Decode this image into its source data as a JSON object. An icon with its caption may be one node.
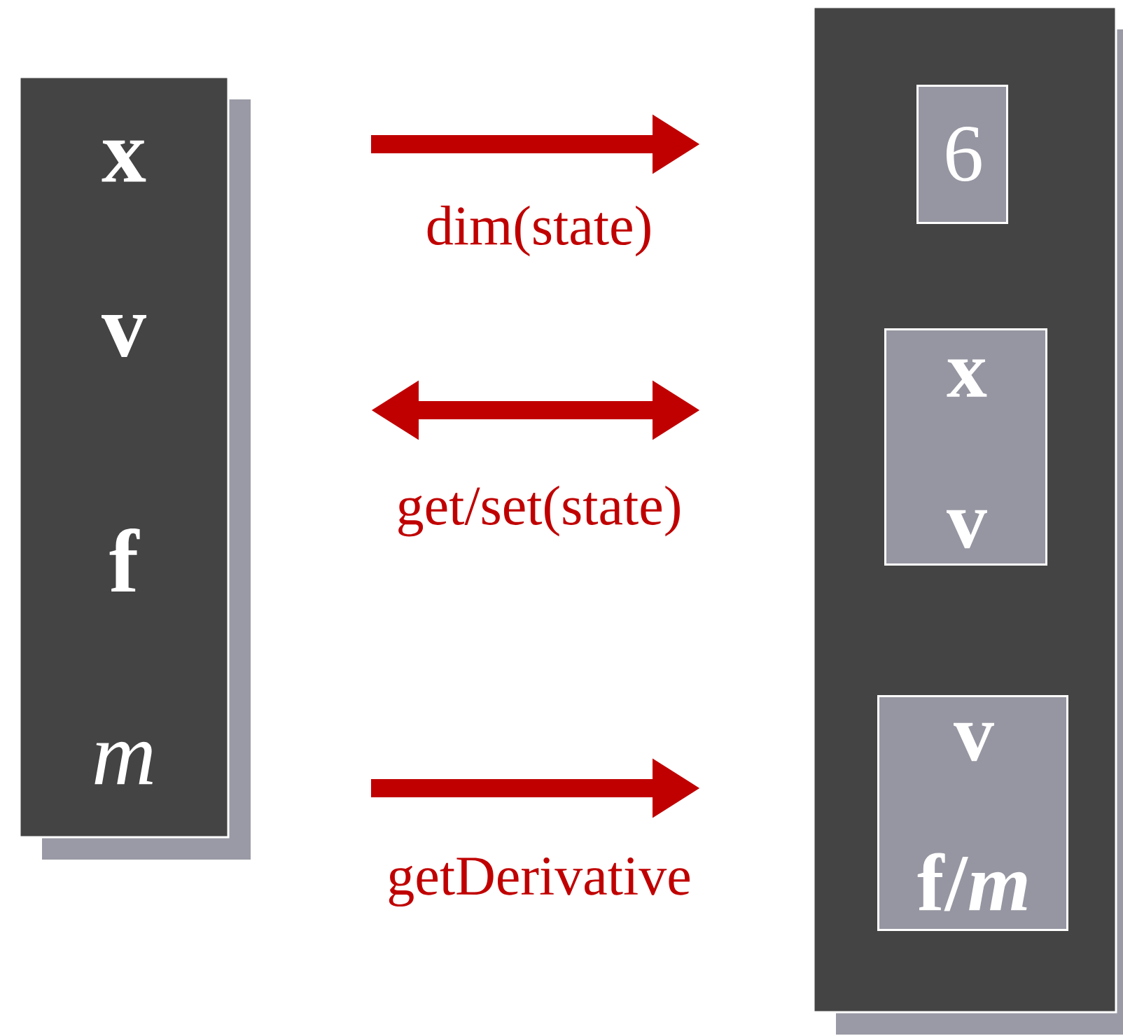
{
  "diagram": {
    "nodes": [
      {
        "text": [
          "x",
          "v",
          "f",
          "m"
        ]
      },
      {
        "text": [],
        "shape": "box"
      },
      {
        "text": [
          "6"
        ],
        "in": 1
      },
      {
        "text": [
          "x",
          "v"
        ],
        "in": 1
      },
      {
        "text": [
          "v",
          "**f**/*m*"
        ],
        "in": 1
      }
    ],
    "labels": [
      "dim(state)",
      "get/set(state)",
      "getDerivative"
    ]
  }
}
